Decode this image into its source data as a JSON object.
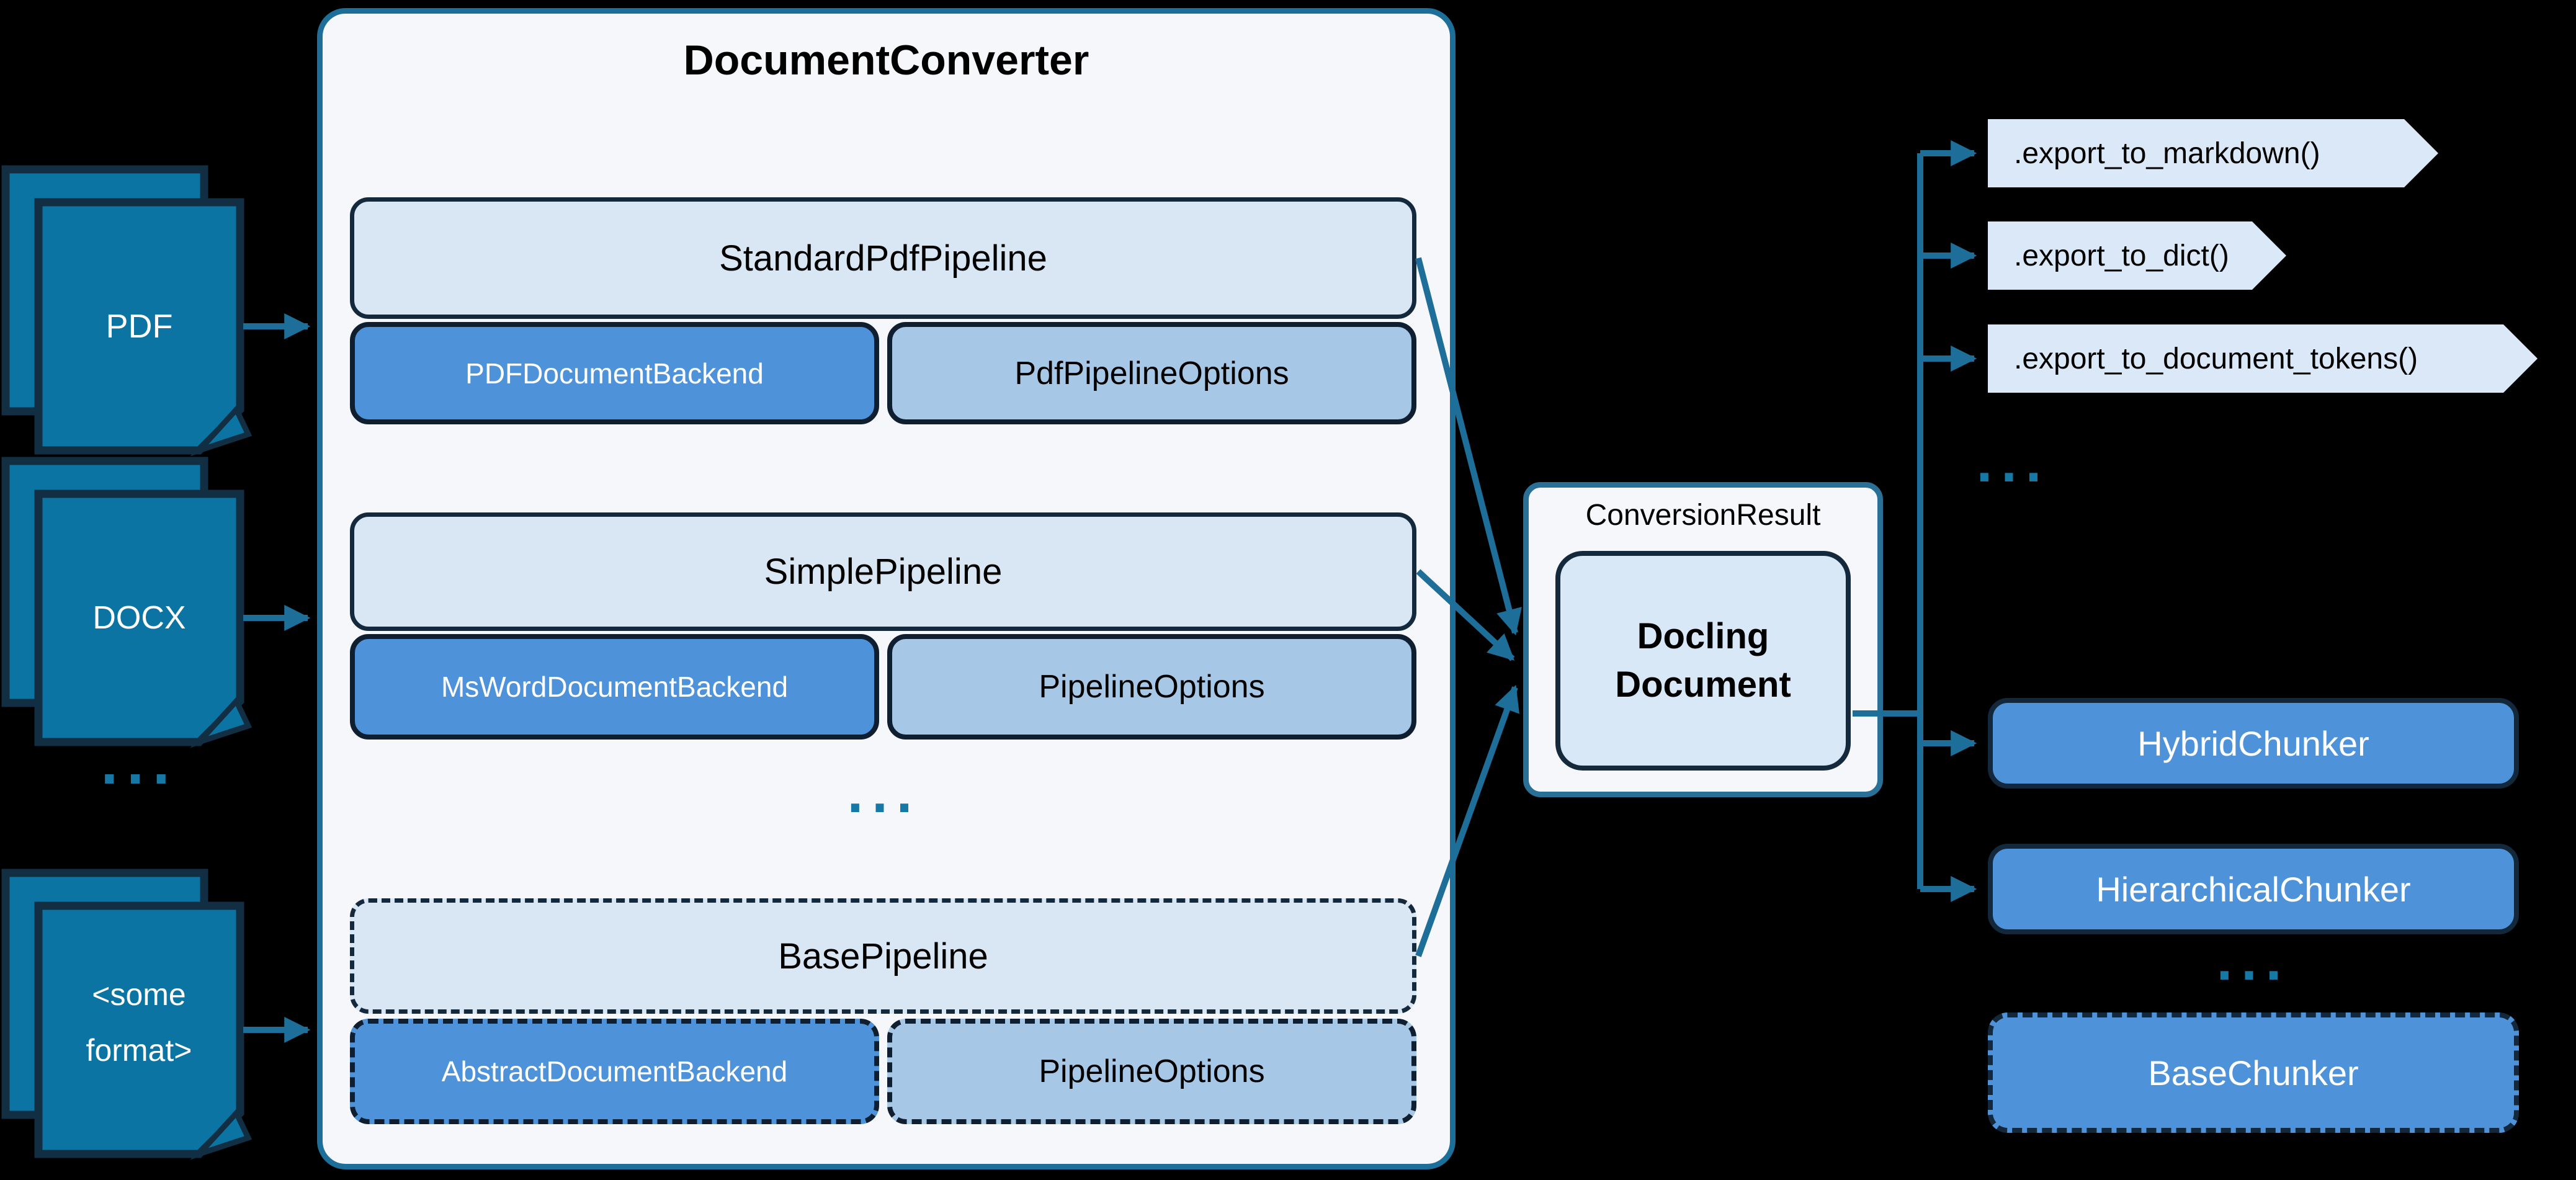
{
  "diagram": {
    "sources": [
      {
        "label": "PDF"
      },
      {
        "label": "DOCX"
      },
      {
        "label": "<some format>"
      }
    ],
    "sources_ellipsis": "...",
    "converter": {
      "title": "DocumentConverter",
      "ellipsis": "...",
      "groups": [
        {
          "pipeline": "StandardPdfPipeline",
          "backend": "PDFDocumentBackend",
          "options": "PdfPipelineOptions"
        },
        {
          "pipeline": "SimplePipeline",
          "backend": "MsWordDocumentBackend",
          "options": "PipelineOptions"
        },
        {
          "pipeline": "BasePipeline",
          "backend": "AbstractDocumentBackend",
          "options": "PipelineOptions"
        }
      ]
    },
    "result": {
      "label": "ConversionResult",
      "document": "Docling Document"
    },
    "exports": {
      "methods": [
        ".export_to_markdown()",
        ".export_to_dict()",
        ".export_to_document_tokens()"
      ],
      "ellipsis": "..."
    },
    "chunkers": {
      "items": [
        "HybridChunker",
        "HierarchicalChunker"
      ],
      "ellipsis": "...",
      "base": "BaseChunker"
    },
    "colors": {
      "background": "#000000",
      "accent_teal": "#1d6e99",
      "icon_fill": "#0b74a2",
      "icon_border": "#112e42",
      "dark_navy": "#14293c",
      "panel_bg": "#f5f7fa",
      "light_blue_box": "#d9e7f5",
      "medium_blue_box": "#4e93da",
      "pale_blue_box": "#a7c7e7",
      "chip_bg": "#dbe8f7"
    }
  }
}
